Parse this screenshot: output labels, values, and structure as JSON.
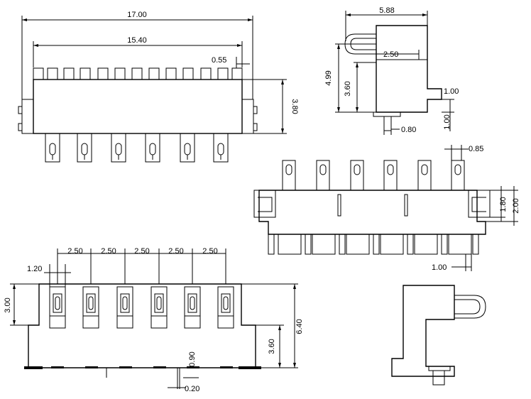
{
  "dimensions": {
    "top_left": {
      "overall_length": "17.00",
      "pin_span": "15.40",
      "side_gap": "0.55",
      "body_height": "3.80"
    },
    "top_right": {
      "width": "5.88",
      "spring_depth": "2.50",
      "total_height": "4.99",
      "body_height": "3.60",
      "tab_width": "1.00",
      "tab_height": "1.00",
      "pin_width": "0.80"
    },
    "middle_right": {
      "pin_width": "0.85",
      "clip_height": "1.80",
      "side_height": "2.00",
      "slot_width": "1.00"
    },
    "bottom_left": {
      "pitch_1": "2.50",
      "pitch_2": "2.50",
      "pitch_3": "2.50",
      "pitch_4": "2.50",
      "pitch_5": "2.50",
      "contact_width": "1.20",
      "contact_height": "3.00",
      "overall_height": "6.40",
      "body_height": "3.60",
      "pin_length": "0.90",
      "pin_thickness": "0.20"
    }
  }
}
